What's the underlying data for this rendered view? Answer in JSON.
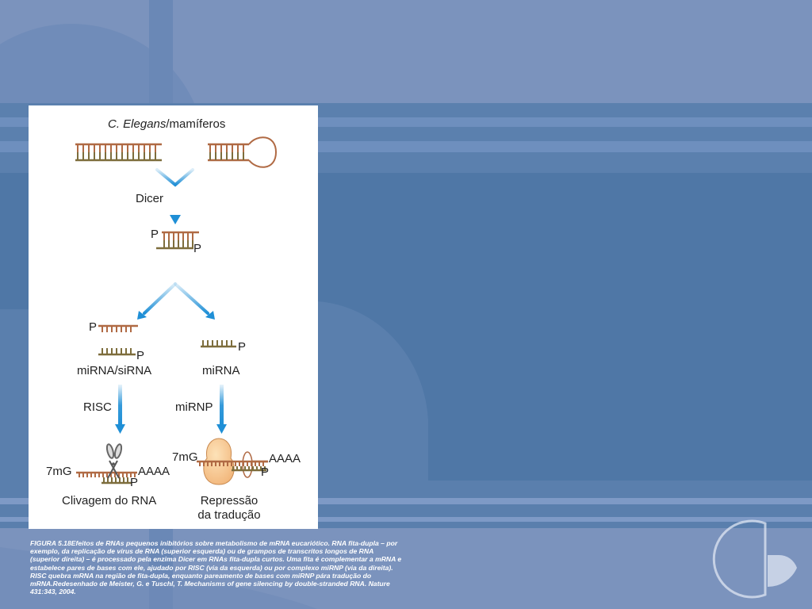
{
  "slide": {
    "colors": {
      "background": "#7b93bd",
      "band": "#5279a8",
      "panel": "#ffffff",
      "arrow": "#1f8fd6",
      "rna_top": "#b06a44",
      "rna_bottom": "#7d6d3c"
    }
  },
  "diagram": {
    "title_italic": "C. Elegans",
    "title_rest": "/mamíferos",
    "dicer": "Dicer",
    "p": "P",
    "mirna_sirna": "miRNA/siRNA",
    "mirna": "miRNA",
    "risc": "RISC",
    "mirnp": "miRNP",
    "cap": "7mG",
    "polya": "AAAA",
    "clivagem": "Clivagem do RNA",
    "repressao_1": "Repressão",
    "repressao_2": "da tradução"
  },
  "caption": "FIGURA 5.18Efeitos de RNAs pequenos inibitórios sobre metabolismo de mRNA eucariótico. RNA fita-dupla – por exemplo, da replicação de vírus de RNA (superior esquerda) ou de grampos de transcritos longos de RNA (superior direita) – é processado pela enzima Dicer em RNAs fita-dupla curtos. Uma fita é complementar a mRNA e estabelece pares de bases com ele, ajudado por RISC (via da esquerda) ou por complexo miRNP (via da direita). RISC quebra mRNA na região de fita-dupla, enquanto pareamento de bases com miRNP pára tradução do mRNA.Redesenhado de Meister, G. e Tuschl, T. Mechanisms of gene silencing by double-stranded RNA. Nature 431:343, 2004."
}
